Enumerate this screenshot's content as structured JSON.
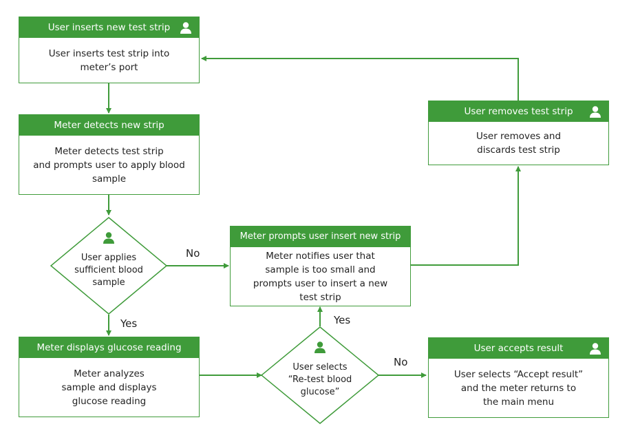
{
  "colors": {
    "accent": "#3f9b3a",
    "text": "#222222",
    "background": "#ffffff"
  },
  "icons": {
    "user": "user-icon"
  },
  "boxes": {
    "insert": {
      "title": "User inserts new test strip",
      "body": "User inserts test strip into\nmeter’s port"
    },
    "detect": {
      "title": "Meter detects new strip",
      "body": "Meter detects test strip\nand prompts user to apply blood\nsample"
    },
    "display": {
      "title": "Meter displays glucose reading",
      "body": "Meter analyzes\nsample and displays\nglucose reading"
    },
    "prompt": {
      "title": "Meter prompts user insert new strip",
      "body": "Meter notifies user that\nsample is too small and\nprompts user to insert a new\ntest strip"
    },
    "remove": {
      "title": "User removes test strip",
      "body": "User removes and\ndiscards test strip"
    },
    "accept": {
      "title": "User accepts result",
      "body": "User selects “Accept result”\nand the meter returns to\nthe main menu"
    }
  },
  "decisions": {
    "apply": {
      "text": "User applies\nsufficient blood\nsample"
    },
    "retest": {
      "text": "User selects\n“Re-test blood\nglucose”"
    }
  },
  "edge_labels": {
    "apply_no": "No",
    "apply_yes": "Yes",
    "retest_yes": "Yes",
    "retest_no": "No"
  }
}
